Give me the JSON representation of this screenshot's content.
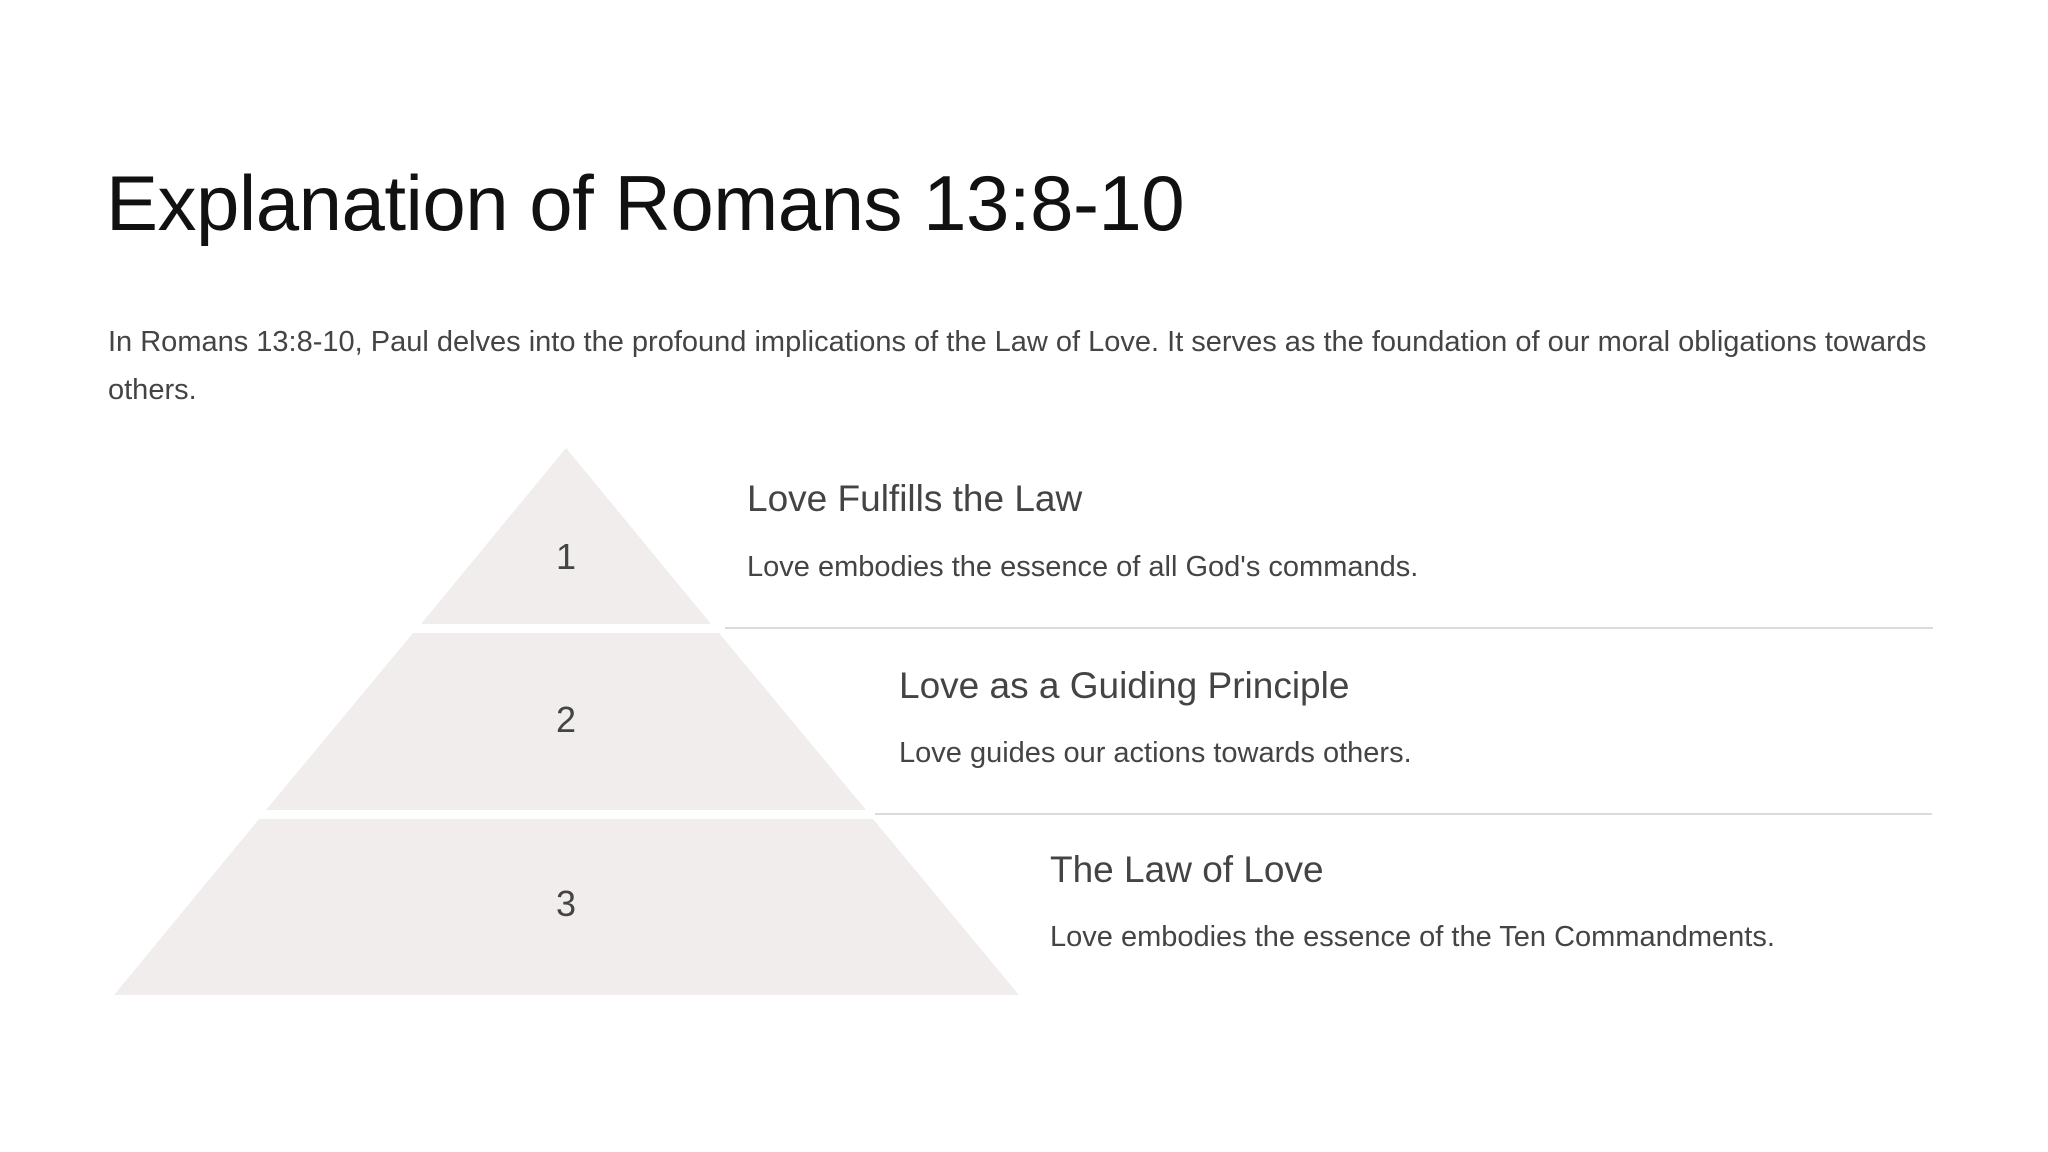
{
  "title": "Explanation of Romans 13:8-10",
  "intro": "In Romans 13:8-10, Paul delves into the profound implications of the Law of Love. It serves as the foundation of our moral obligations towards others.",
  "colors": {
    "tier_fill": "#f0edec",
    "separator": "#dcdadb",
    "text": "#444444"
  },
  "tiers": [
    {
      "number": "1",
      "heading": "Love Fulfills the Law",
      "description": "Love embodies the essence of all God's commands."
    },
    {
      "number": "2",
      "heading": "Love as a Guiding Principle",
      "description": "Love guides our actions towards others."
    },
    {
      "number": "3",
      "heading": "The Law of Love",
      "description": "Love embodies the essence of the Ten Commandments."
    }
  ]
}
